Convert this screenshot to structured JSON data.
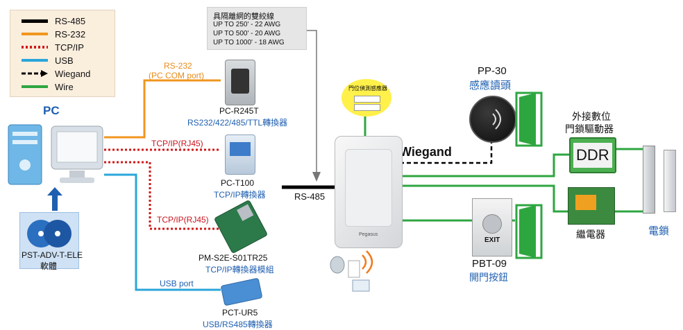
{
  "legend": {
    "items": [
      {
        "label": "RS-485",
        "color": "#000000",
        "style": "solid"
      },
      {
        "label": "RS-232",
        "color": "#f0961e",
        "style": "solid"
      },
      {
        "label": "TCP/IP",
        "color": "#d01818",
        "style": "dotted"
      },
      {
        "label": "USB",
        "color": "#2aa6da",
        "style": "solid"
      },
      {
        "label": "Wiegand",
        "color": "#000000",
        "style": "dashed-arrow"
      },
      {
        "label": "Wire",
        "color": "#2ea640",
        "style": "solid"
      }
    ]
  },
  "pc": {
    "title": "PC"
  },
  "software": {
    "name": "PST-ADV-T-ELE",
    "desc": "軟體"
  },
  "cable_info": {
    "title": "具隔離網的雙絞線",
    "lines": [
      "UP TO 250' - 22 AWG",
      "UP TO 500' - 20 AWG",
      "UP TO 1000' - 18 AWG"
    ]
  },
  "links": {
    "rs232": "RS-232",
    "rs232_sub": "(PC COM port)",
    "tcpip1": "TCP/IP(RJ45)",
    "tcpip2": "TCP/IP(RJ45)",
    "usb": "USB port",
    "rs485": "RS-485",
    "wiegand": "Wiegand"
  },
  "converters": [
    {
      "model": "PC-R245T",
      "desc": "RS232/422/485/TTL轉換器"
    },
    {
      "model": "PC-T100",
      "desc": "TCP/IP轉換器"
    },
    {
      "model": "PM-S2E-S01TR25",
      "desc": "TCP/IP轉換器模組"
    },
    {
      "model": "PCT-UR5",
      "desc": "USB/RS485轉換器"
    }
  ],
  "door_sensor": {
    "label": "門位偵測感應器"
  },
  "reader": {
    "brand": "Pegasus"
  },
  "pp30": {
    "model": "PP-30",
    "desc": "感應讀頭"
  },
  "pbt09": {
    "model": "PBT-09",
    "desc": "開門按鈕",
    "button_text": "EXIT"
  },
  "ddr": {
    "title_line1": "外接數位",
    "title_line2": "門鎖驅動器",
    "text": "DDR"
  },
  "relay": {
    "desc": "繼電器"
  },
  "lock": {
    "desc": "電鎖"
  }
}
